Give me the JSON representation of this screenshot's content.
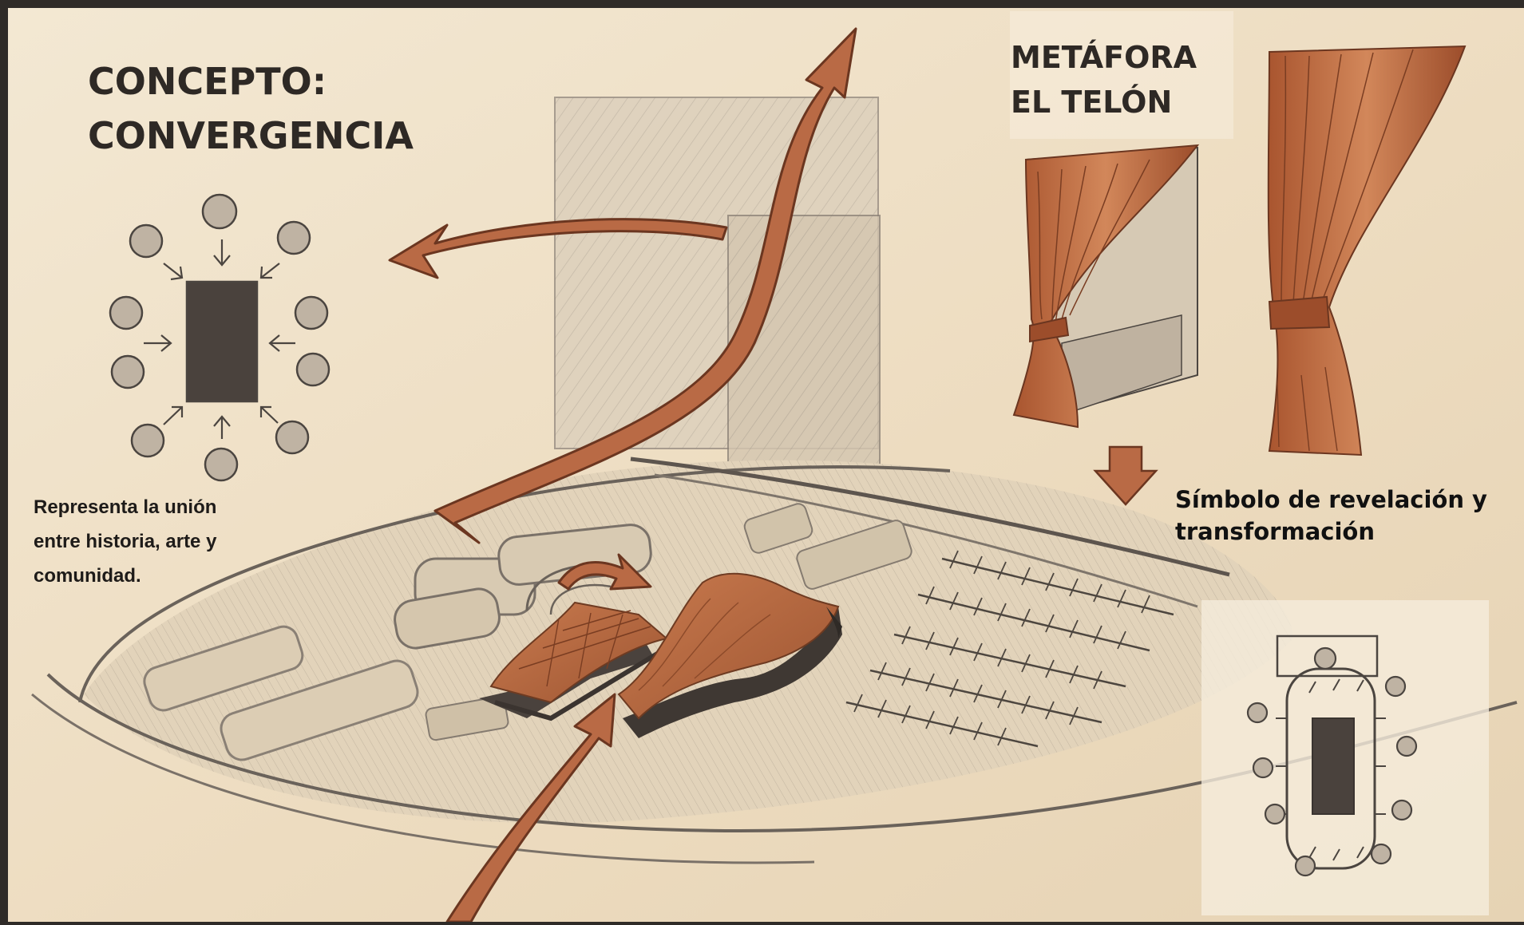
{
  "concept": {
    "title_line1": "CONCEPTO:",
    "title_line2": "CONVERGENCIA",
    "description_lines": [
      "Representa la unión",
      "entre historia, arte y",
      "comunidad."
    ]
  },
  "metaphor": {
    "title_line1": "METÁFORA",
    "title_line2": "EL TELÓN",
    "description_lines": [
      "Símbolo de revelación y",
      "transformación"
    ]
  },
  "colors": {
    "paper": "#efe2c9",
    "arrow": "#b96a45",
    "arrow_dark": "#7a3d22",
    "pencil": "#5a524b",
    "mass_dark": "#4a423d",
    "frame": "#2f2b28"
  },
  "icons": [
    "convergence-diagram",
    "curtain-tied",
    "curtain-draped",
    "down-arrow",
    "plan-diagram"
  ]
}
